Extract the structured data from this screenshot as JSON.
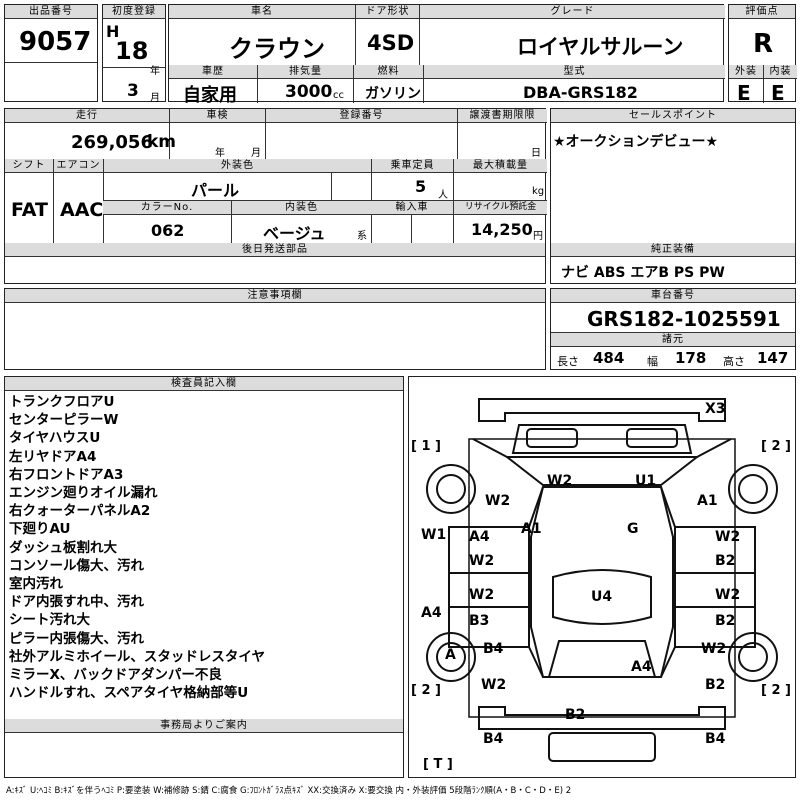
{
  "headers": {
    "lot": "出品番号",
    "first_reg": "初度登録",
    "car_name": "車名",
    "door_type": "ドア形状",
    "grade": "グレード",
    "score": "評価点",
    "history": "車歴",
    "displacement": "排気量",
    "fuel": "燃料",
    "model": "型式",
    "exterior": "外装",
    "interior": "内装",
    "mileage": "走行",
    "inspection": "車検",
    "reg_no": "登録番号",
    "transfer_deadline": "譲渡書期限限",
    "sales_point": "セールスポイント",
    "shift": "シフト",
    "aircon": "エアコン",
    "ext_color": "外装色",
    "capacity": "乗車定員",
    "max_load": "最大積載量",
    "color_no": "カラーNo.",
    "int_color": "内装色",
    "import": "輸入車",
    "recycle": "リサイクル預託金",
    "later_parts": "後日発送部品",
    "equipment": "純正装備",
    "caution": "注意事項欄",
    "chassis_no": "車台番号",
    "specs": "諸元",
    "inspector": "検査員記入欄",
    "office": "事務局よりご案内"
  },
  "units": {
    "year": "年",
    "month": "月",
    "cc": "cc",
    "km": "km",
    "day": "日",
    "persons": "人",
    "kg": "kg",
    "yen": "円",
    "kei": "系"
  },
  "vehicle": {
    "lot_no": "9057",
    "era": "H",
    "reg_year": "18",
    "reg_month": "3",
    "car_name": "クラウン",
    "door_type": "4SD",
    "grade": "ロイヤルサルーン",
    "score": "R",
    "history": "自家用",
    "displacement": "3000",
    "fuel": "ガソリン",
    "model": "DBA-GRS182",
    "exterior": "E",
    "interior": "E",
    "mileage": "269,056",
    "shift": "FAT",
    "aircon": "AAC",
    "ext_color": "パール",
    "capacity": "5",
    "color_no": "062",
    "int_color": "ベージュ",
    "recycle": "14,250",
    "sales_point": "★オークションデビュー★",
    "equipment": "ナビ ABS エアB PS PW",
    "chassis_no": "GRS182-1025591",
    "spec_length_label": "長さ",
    "spec_length": "484",
    "spec_width_label": "幅",
    "spec_width": "178",
    "spec_height_label": "高さ",
    "spec_height": "147"
  },
  "inspector_notes": [
    "トランクフロアU",
    "センターピラーW",
    "タイヤハウスU",
    "左リヤドアA4",
    "右フロントドアA3",
    "エンジン廻りオイル漏れ",
    "右クォーターパネルA2",
    "下廻りAU",
    "ダッシュ板割れ大",
    "コンソール傷大、汚れ",
    "室内汚れ",
    "ドア内張すれ中、汚れ",
    "シート汚れ大",
    "ピラー内張傷大、汚れ",
    "社外アルミホイール、スタッドレスタイヤ",
    "ミラーX、バックドアダンパー不良",
    "ハンドルすれ、スペアタイヤ格納部等U"
  ],
  "diagram": {
    "marks": [
      "X3",
      "W2",
      "U1",
      "W2",
      "A1",
      "A1",
      "G",
      "W1",
      "A4",
      "W2",
      "W2",
      "B2",
      "W2",
      "U4",
      "W2",
      "B3",
      "B2",
      "A4",
      "B4",
      "W2",
      "A",
      "A4",
      "W2",
      "B2",
      "B2",
      "B4",
      "B4"
    ],
    "tire_labels": [
      "[ 1 ]",
      "[ 2 ]",
      "[ 2 ]",
      "[ 2 ]",
      "[ T ]"
    ]
  },
  "legend": "A:ｷｽﾞ U:ﾍｺﾐ B:ｷｽﾞを伴うﾍｺﾐ P:要塗装 W:補修跡 S:錆 C:腐食 G:ﾌﾛﾝﾄｶﾞﾗｽ点ｷｽﾞ XX:交換済み X:要交換 内・外装評価 5段階ﾗﾝｸ順(A・B・C・D・E) 2"
}
